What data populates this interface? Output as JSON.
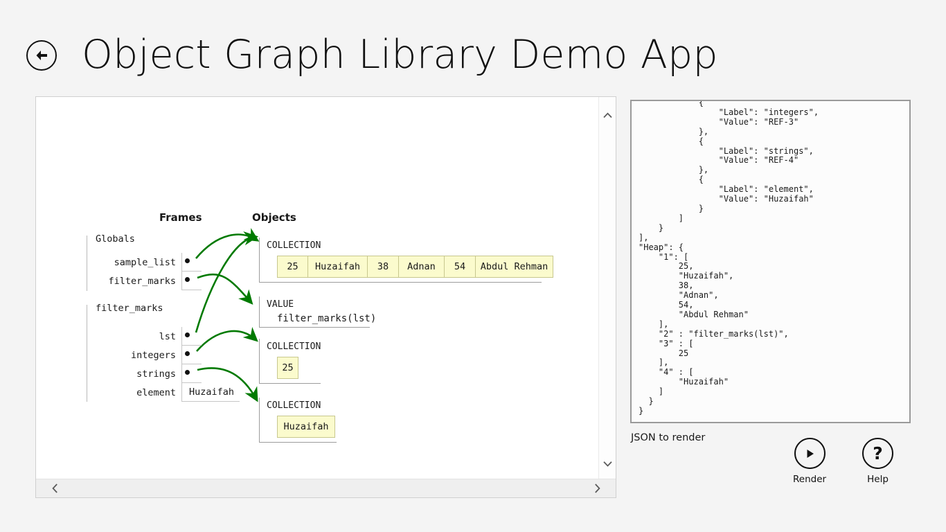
{
  "header": {
    "back_icon": "back-arrow-icon",
    "title": "Object Graph Library Demo App"
  },
  "diagram": {
    "frames_header": "Frames",
    "objects_header": "Objects",
    "frames": [
      {
        "name": "Globals",
        "variables": [
          {
            "label": "sample_list",
            "kind": "reference"
          },
          {
            "label": "filter_marks",
            "kind": "reference"
          }
        ]
      },
      {
        "name": "filter_marks",
        "variables": [
          {
            "label": "lst",
            "kind": "reference"
          },
          {
            "label": "integers",
            "kind": "reference"
          },
          {
            "label": "strings",
            "kind": "reference"
          },
          {
            "label": "element",
            "kind": "value",
            "value": "Huzaifah"
          }
        ]
      }
    ],
    "objects": [
      {
        "kind": "COLLECTION",
        "cells": [
          "25",
          "Huzaifah",
          "38",
          "Adnan",
          "54",
          "Abdul Rehman"
        ]
      },
      {
        "kind": "VALUE",
        "value": "filter_marks(lst)"
      },
      {
        "kind": "COLLECTION",
        "cells": [
          "25"
        ]
      },
      {
        "kind": "COLLECTION",
        "cells": [
          "Huzaifah"
        ]
      }
    ],
    "colors": {
      "arrow": "#007a00",
      "cell_fill": "#fbfbcd",
      "cell_border": "#c7c78e",
      "object_border": "#9c9c9c"
    },
    "scrollbar": {
      "up_icon": "chevron-up-icon",
      "down_icon": "chevron-down-icon",
      "left_icon": "chevron-left-icon",
      "right_icon": "chevron-right-icon"
    }
  },
  "json_editor": {
    "caption": "JSON to render",
    "content": "            {\n                \"Label\": \"integers\",\n                \"Value\": \"REF-3\"\n            },\n            {\n                \"Label\": \"strings\",\n                \"Value\": \"REF-4\"\n            },\n            {\n                \"Label\": \"element\",\n                \"Value\": \"Huzaifah\"\n            }\n        ]\n    }\n],\n\"Heap\": {\n    \"1\": [\n        25,\n        \"Huzaifah\",\n        38,\n        \"Adnan\",\n        54,\n        \"Abdul Rehman\"\n    ],\n    \"2\" : \"filter_marks(lst)\",\n    \"3\" : [\n        25\n    ],\n    \"4\" : [\n        \"Huzaifah\"\n    ]\n  }\n}"
  },
  "commands": [
    {
      "icon": "play-icon",
      "label": "Render"
    },
    {
      "icon": "question-mark-icon",
      "label": "Help"
    }
  ]
}
